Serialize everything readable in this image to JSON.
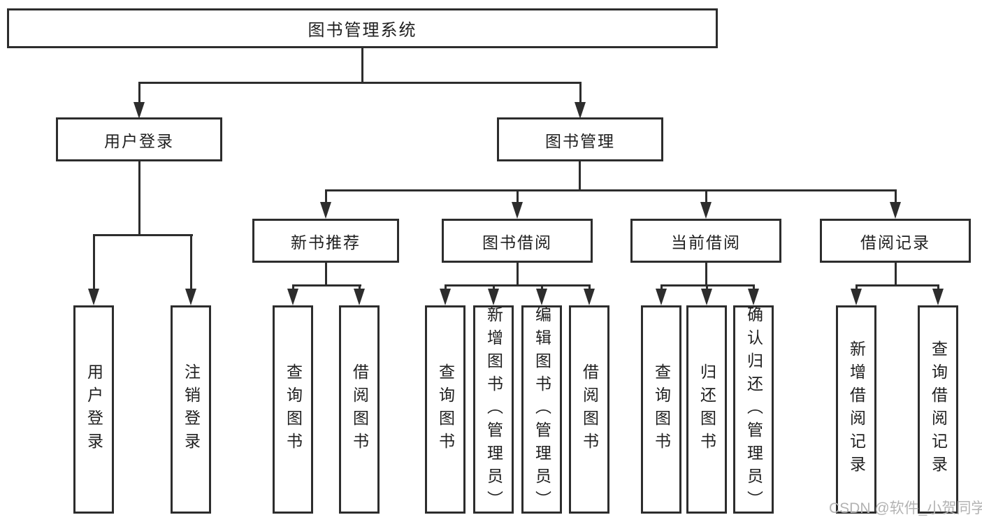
{
  "tree": {
    "root": "图书管理系统",
    "branches": [
      {
        "label": "用户登录",
        "leaves": [
          "用户登录",
          "注销登录"
        ]
      },
      {
        "label": "图书管理",
        "groups": [
          {
            "label": "新书推荐",
            "leaves": [
              "查询图书",
              "借阅图书"
            ]
          },
          {
            "label": "图书借阅",
            "leaves": [
              "查询图书",
              "新增图书（管理员）",
              "编辑图书（管理员）",
              "借阅图书"
            ]
          },
          {
            "label": "当前借阅",
            "leaves": [
              "查询图书",
              "归还图书",
              "确认归还（管理员）"
            ]
          },
          {
            "label": "借阅记录",
            "leaves": [
              "新增借阅记录",
              "查询借阅记录"
            ]
          }
        ]
      }
    ]
  },
  "watermark": {
    "text": "CSDN @软件_小贺同学"
  },
  "colors": {
    "line": "#2d2d2d",
    "text": "#1f1f1f",
    "watermark": "#b3b3b3",
    "background": "#ffffff"
  }
}
